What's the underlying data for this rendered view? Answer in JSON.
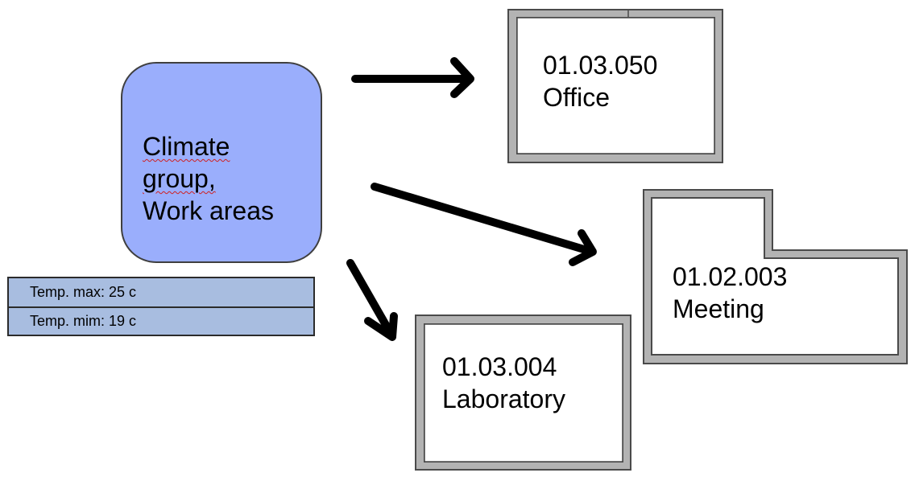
{
  "climate_group": {
    "lines": [
      "Climate",
      "group,",
      "Work areas"
    ],
    "fill_color": "#9aaefc"
  },
  "properties": [
    {
      "text": "Temp. max: 25 c"
    },
    {
      "text": "Temp. mim: 19 c"
    }
  ],
  "rooms": [
    {
      "id": "office",
      "code": "01.03.050",
      "name": "Office"
    },
    {
      "id": "meeting",
      "code": "01.02.003",
      "name": "Meeting"
    },
    {
      "id": "laboratory",
      "code": "01.03.004",
      "name": "Laboratory"
    }
  ],
  "colors": {
    "wall_fill": "#b3b3b3",
    "wall_line": "#4a4a4a",
    "arrow": "#000000",
    "table_fill": "#a8bde0"
  }
}
